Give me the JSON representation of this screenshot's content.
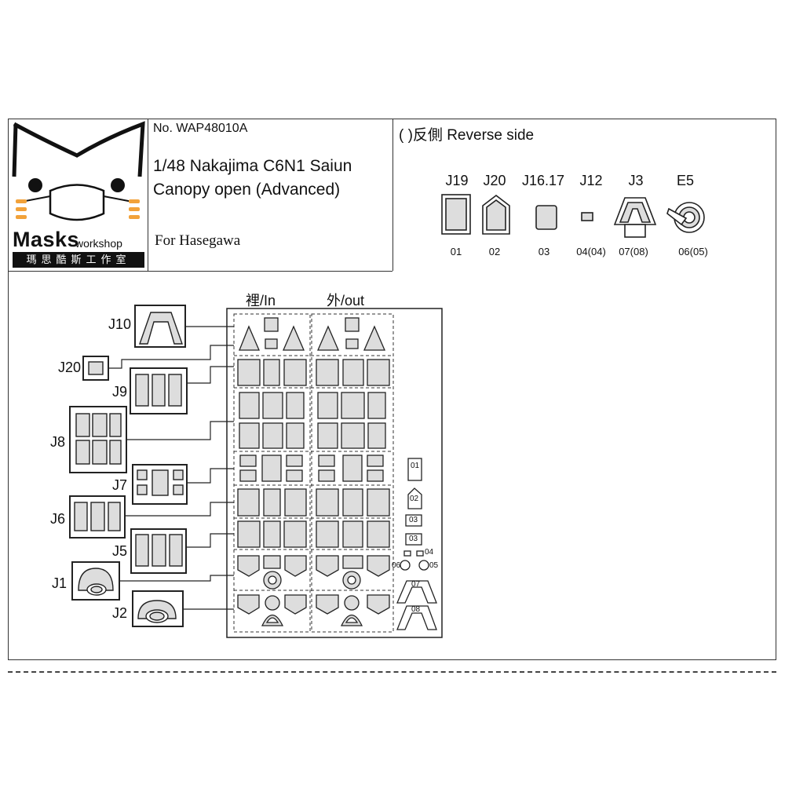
{
  "header": {
    "product_no": "No. WAP48010A",
    "title_line1": "1/48 Nakajima C6N1 Saiun",
    "title_line2": "Canopy open (Advanced)",
    "for_kit": "For Hasegawa",
    "reverse_note": "( )反側  Reverse side"
  },
  "logo": {
    "brand": "Masks",
    "brand_suffix": "workshop",
    "chinese_name": "瑪思酷斯工作室",
    "icon": "cat-face-icon"
  },
  "reference_parts": [
    {
      "label": "J19",
      "code": "01",
      "icon": "rect-mask-icon"
    },
    {
      "label": "J20",
      "code": "02",
      "icon": "pentagon-mask-icon"
    },
    {
      "label": "J16.17",
      "code": "03",
      "icon": "rounded-square-mask-icon"
    },
    {
      "label": "J12",
      "code": "04(04)",
      "icon": "small-rect-mask-icon"
    },
    {
      "label": "J3",
      "code": "07(08)",
      "icon": "trapezoid-canopy-icon"
    },
    {
      "label": "E5",
      "code": "06(05)",
      "icon": "light-lens-icon"
    }
  ],
  "sheet": {
    "inner_label": "裡/In",
    "outer_label": "外/out",
    "code": "WAP48010A",
    "small_codes": [
      "01",
      "02",
      "03",
      "03",
      "04",
      "06",
      "05",
      "07",
      "08"
    ]
  },
  "side_parts": [
    "J10",
    "J20",
    "J9",
    "J8",
    "J7",
    "J6",
    "J5",
    "J1",
    "J2"
  ],
  "colors": {
    "line": "#333333",
    "mask_fill": "#dddddd",
    "dark": "#111111",
    "accent_orange": "#f2a23a"
  }
}
